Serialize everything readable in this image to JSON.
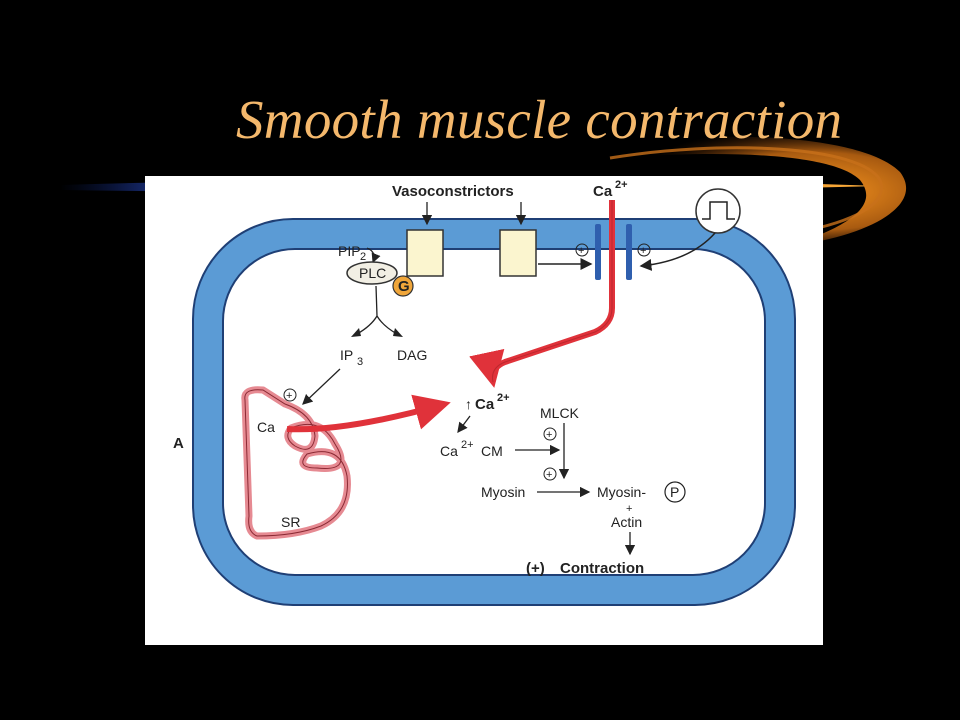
{
  "slide": {
    "title": "Smooth muscle contraction"
  },
  "colors": {
    "background": "#000000",
    "title": "#f4b86c",
    "swoosh": "#e08a1c",
    "membrane": "#5b9bd5",
    "calcium_arrow": "#e0323a",
    "reticulum": "#e68a92",
    "receptor": "#fbf5cf",
    "g_protein": "#f0a63a",
    "channel": "#2f5fae"
  },
  "diagram": {
    "panel_label": "A",
    "vasoconstrictors": "Vasoconstrictors",
    "ca_entry": "Ca",
    "ca_entry_charge": "2+",
    "pip": "PIP",
    "pip_sub": "2",
    "plc": "PLC",
    "g": "G",
    "ip": "IP",
    "ip_sub": "3",
    "dag": "DAG",
    "plus": "+",
    "ca_store": "Ca",
    "sr": "SR",
    "ca_rise_arrow": "↑",
    "ca_rise": "Ca",
    "ca_rise_charge": "2+",
    "cacm_ca": "Ca",
    "cacm_charge": "2+",
    "cacm_cm": "CM",
    "mlck": "MLCK",
    "myosin": "Myosin",
    "myosin_p": "Myosin-",
    "p": "P",
    "actin": "Actin",
    "contraction_sign": "(+)",
    "contraction": "Contraction"
  }
}
